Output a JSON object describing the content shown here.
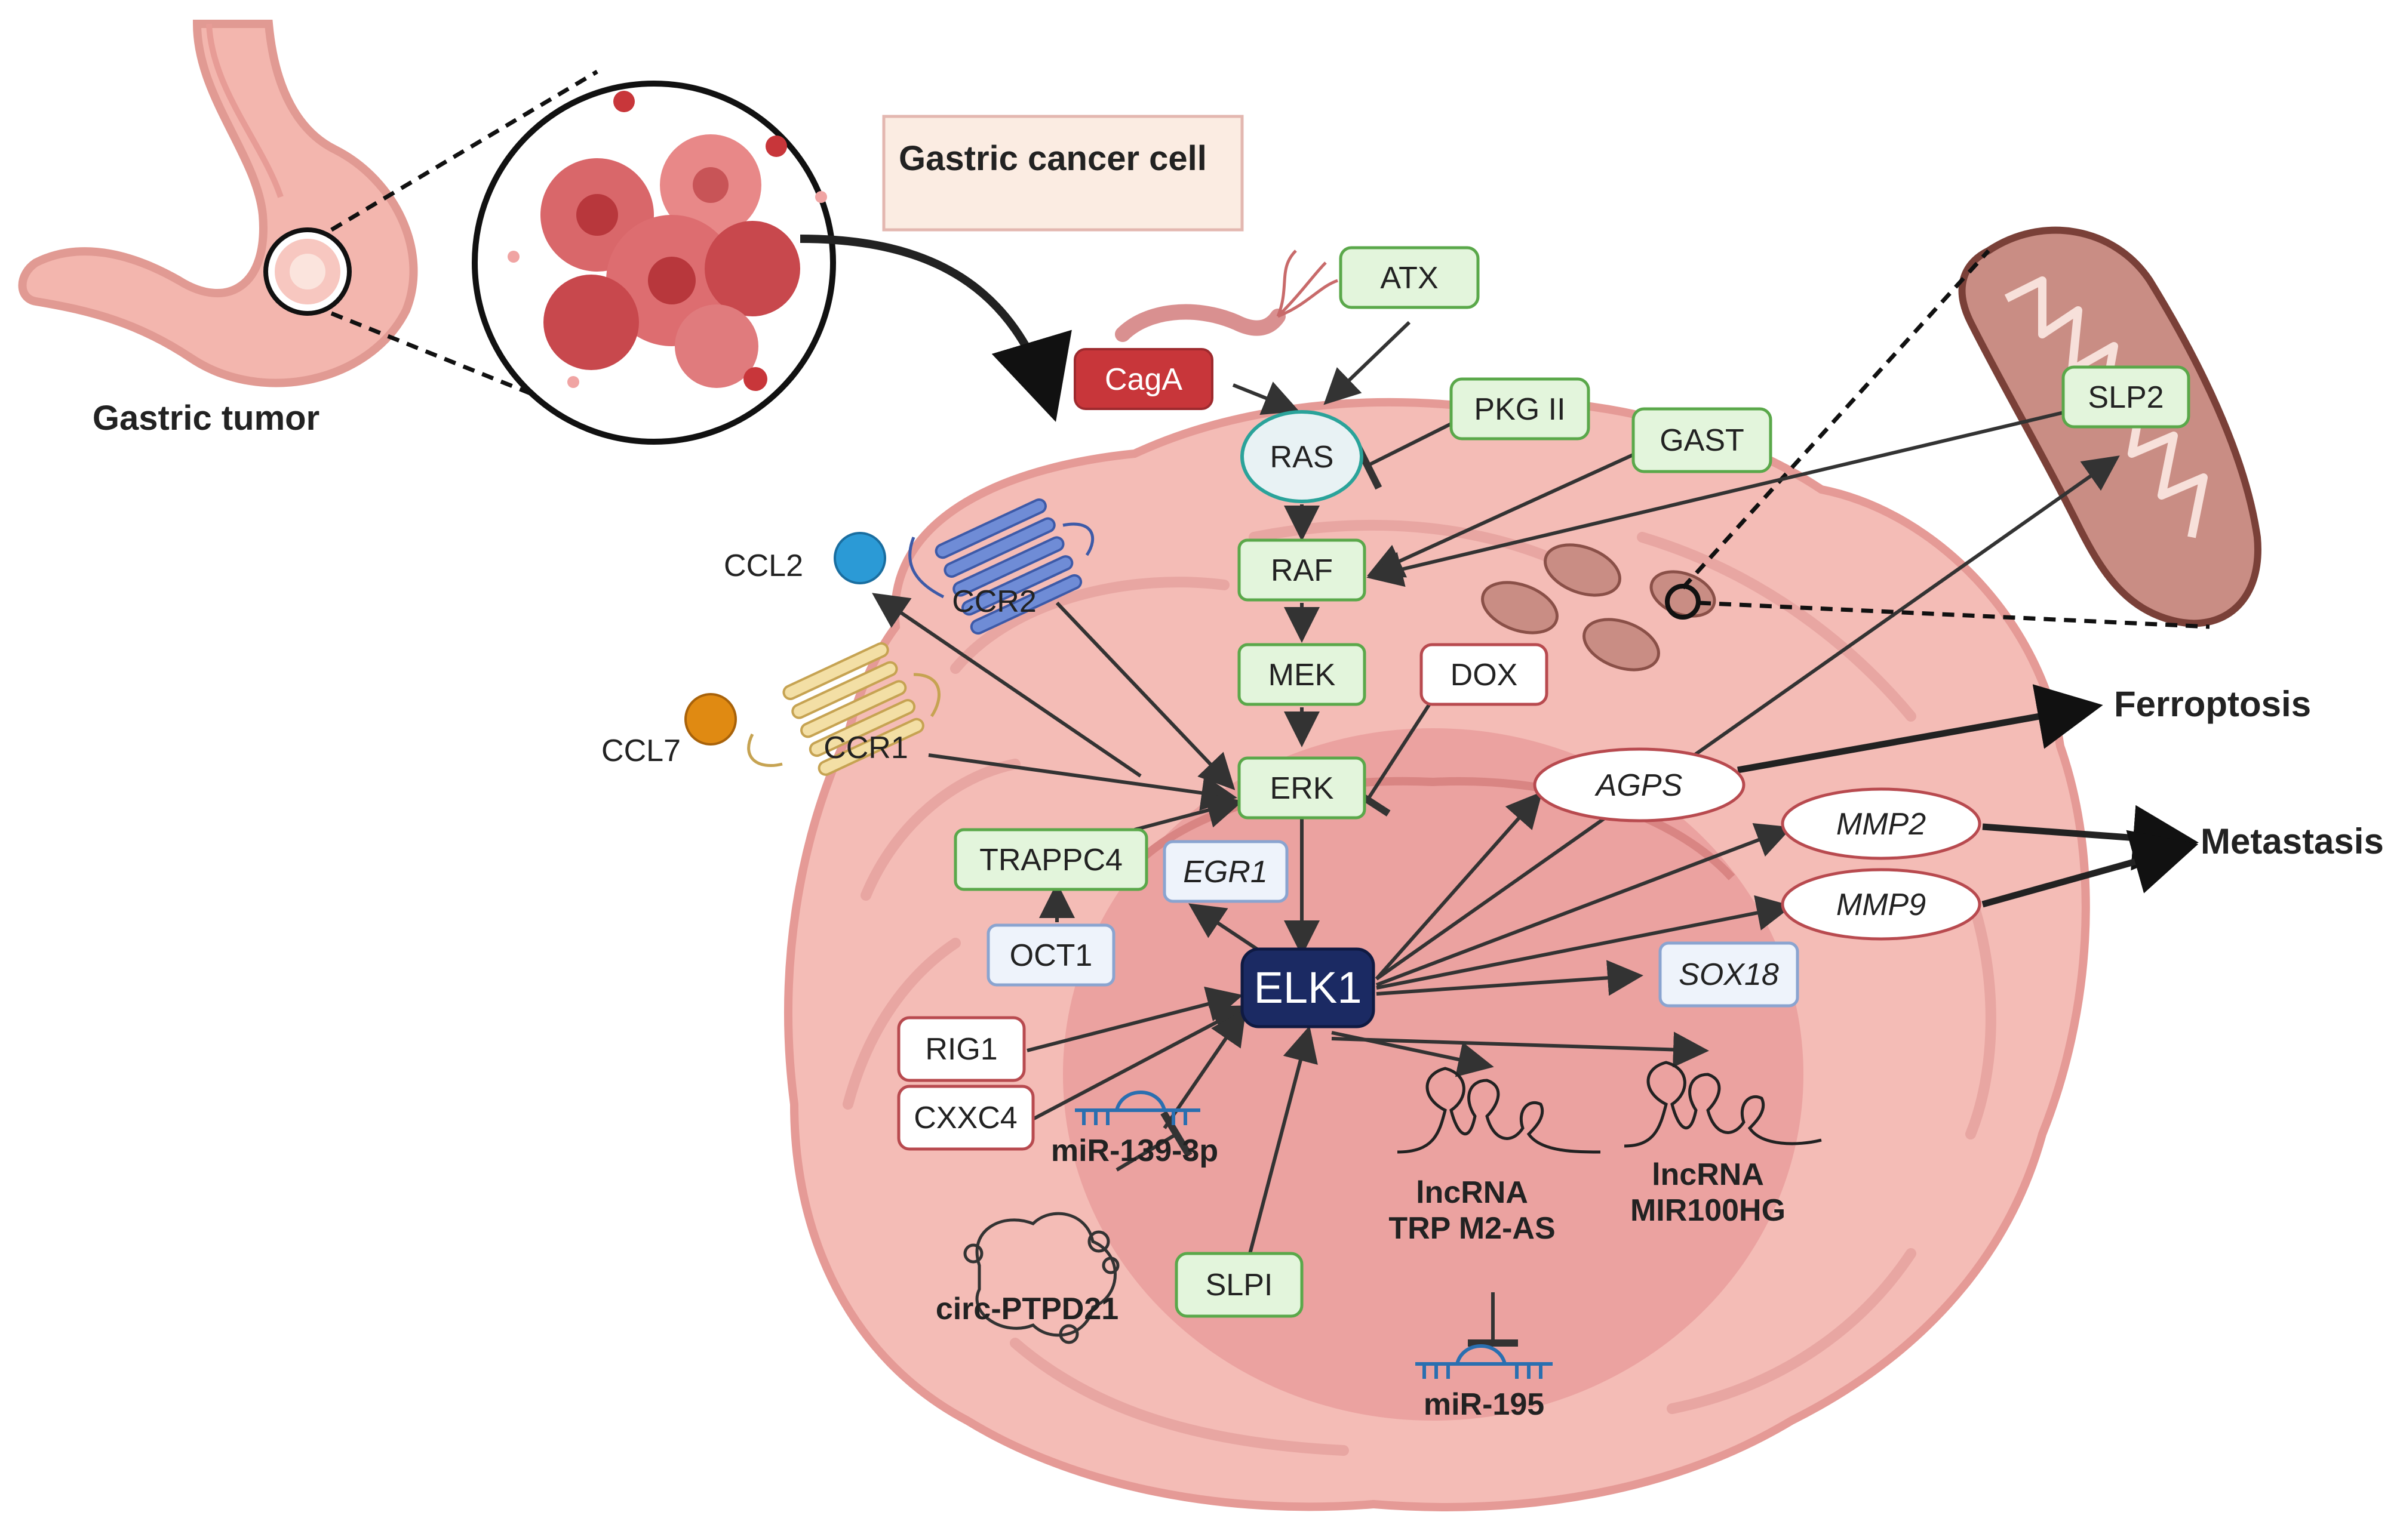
{
  "title_box": "Gastric cancer cell",
  "organ_label": "Gastric tumor",
  "nodes": {
    "cagA": "CagA",
    "atx": "ATX",
    "ras": "RAS",
    "pkg2": "PKG II",
    "gast": "GAST",
    "slp2": "SLP2",
    "raf": "RAF",
    "mek": "MEK",
    "dox": "DOX",
    "erk": "ERK",
    "trappc4": "TRAPPC4",
    "egr1": "EGR1",
    "oct1": "OCT1",
    "elk1": "ELK1",
    "rig1": "RIG1",
    "cxxc4": "CXXC4",
    "slpi": "SLPI",
    "agps": "AGPS",
    "mmp2": "MMP2",
    "mmp9": "MMP9",
    "sox18": "SOX18",
    "ccl2": "CCL2",
    "ccr2": "CCR2",
    "ccl7": "CCL7",
    "ccr1": "CCR1",
    "mir139": "miR-139-3p",
    "circ": "circ-PTPD21",
    "lnc1_a": "lncRNA",
    "lnc1_b": "TRP M2-AS",
    "lnc2_a": "lncRNA",
    "lnc2_b": "MIR100HG",
    "mir195": "miR-195"
  },
  "outcomes": {
    "ferroptosis": "Ferroptosis",
    "metastasis": "Metastasis"
  },
  "colors": {
    "green_fill": "#e3f5dc",
    "green_stroke": "#5aa84a",
    "red_fill": "#ffffff",
    "red_stroke": "#b84a4f",
    "cagA_fill": "#c8363a",
    "blue_fill": "#eef3fb",
    "blue_stroke": "#8aa4d0",
    "elk1_fill": "#1b2a63",
    "ras_stroke": "#2aa39a",
    "cell_fill": "#f4bcb6",
    "nucleus_fill": "#e89a98"
  }
}
